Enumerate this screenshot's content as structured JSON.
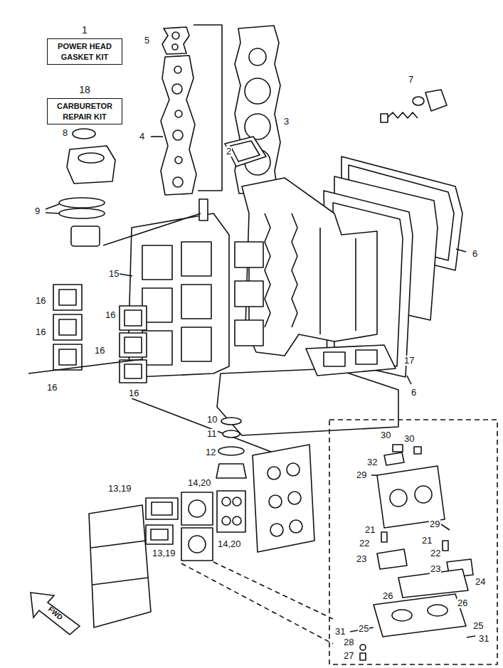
{
  "diagram": {
    "nodes": [
      {
        "text": [
          "1",
          "POWER HEAD GASKET KIT"
        ]
      },
      {
        "text": [
          "18",
          "CARBURETOR REPAIR KIT"
        ]
      },
      {
        "text": [
          "FWD"
        ]
      }
    ],
    "labels": [
      "5",
      "7",
      "3",
      "8",
      "4",
      "2",
      "9",
      "6",
      "15",
      "16",
      "16",
      "16",
      "16",
      "17",
      "6",
      "16",
      "16",
      "10",
      "11",
      "30",
      "30",
      "12",
      "32",
      "29",
      "14,20",
      "13,19",
      "29",
      "21",
      "21",
      "14,20",
      "22",
      "13,19",
      "22",
      "23",
      "23",
      "24",
      "26",
      "26",
      "25",
      "25",
      "31",
      "31",
      "28",
      "27"
    ]
  }
}
